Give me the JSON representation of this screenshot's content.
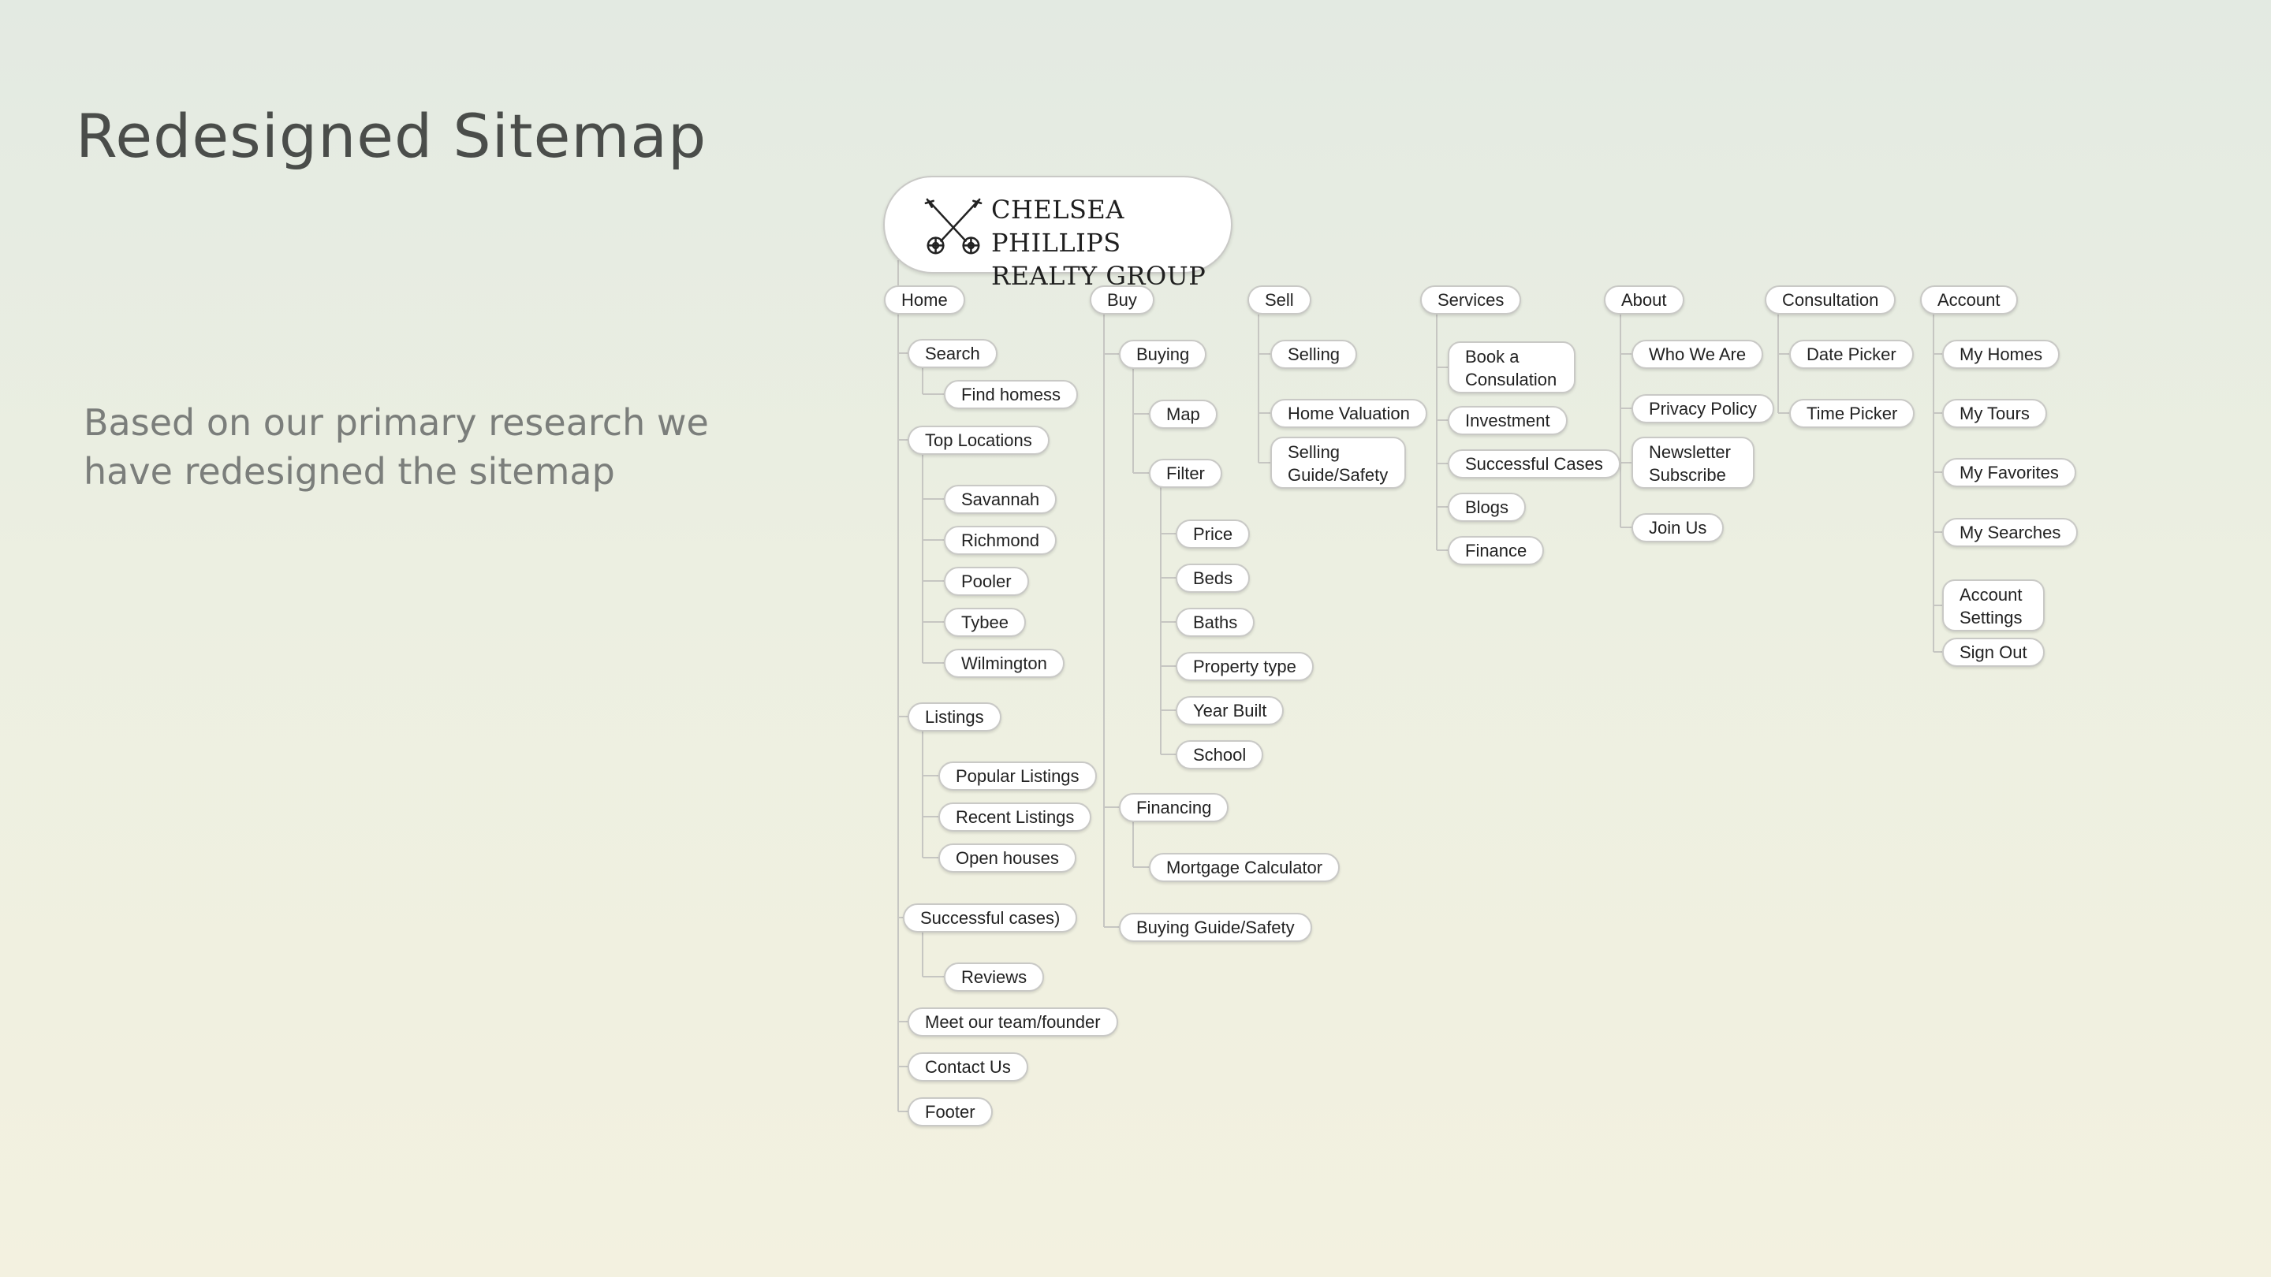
{
  "slide": {
    "title": "Redesigned Sitemap",
    "subtitle": "Based on our primary research we have redesigned the sitemap"
  },
  "brand": {
    "line1": "CHELSEA PHILLIPS",
    "line2": "REALTY GROUP",
    "icon": "crossed-keys-icon"
  },
  "colors": {
    "background_top": "#e3eae2",
    "background_bottom": "#f3f1e0",
    "node_border": "#c9c9c6",
    "connector": "#c6c6c2",
    "text": "#222222"
  },
  "sitemap": {
    "home": {
      "label": "Home",
      "search": {
        "label": "Search",
        "children": [
          "Find homess"
        ]
      },
      "top_locations": {
        "label": "Top Locations",
        "children": [
          "Savannah",
          "Richmond",
          "Pooler",
          "Tybee",
          "Wilmington"
        ]
      },
      "listings": {
        "label": "Listings",
        "children": [
          "Popular Listings",
          "Recent Listings",
          "Open houses"
        ]
      },
      "successful_cases": {
        "label": "Successful cases)",
        "children": [
          "Reviews"
        ]
      },
      "meet_team": "Meet our team/founder",
      "contact": "Contact Us",
      "footer": "Footer"
    },
    "buy": {
      "label": "Buy",
      "buying": {
        "label": "Buying",
        "map": "Map",
        "filter": {
          "label": "Filter",
          "children": [
            "Price",
            "Beds",
            "Baths",
            "Property type",
            "Year Built",
            "School"
          ]
        }
      },
      "financing": {
        "label": "Financing",
        "children": [
          "Mortgage Calculator"
        ]
      },
      "guide": "Buying Guide/Safety"
    },
    "sell": {
      "label": "Sell",
      "children": [
        "Selling",
        "Home Valuation",
        "Selling Guide/Safety"
      ]
    },
    "services": {
      "label": "Services",
      "children": [
        "Book a Consulation",
        "Investment",
        "Successful Cases",
        "Blogs",
        "Finance"
      ]
    },
    "about": {
      "label": "About",
      "children": [
        "Who We Are",
        "Privacy Policy",
        "Newsletter Subscribe",
        "Join Us"
      ]
    },
    "consultation": {
      "label": "Consultation",
      "children": [
        "Date Picker",
        "Time Picker"
      ]
    },
    "account": {
      "label": "Account",
      "children": [
        "My Homes",
        "My Tours",
        "My Favorites",
        "My Searches",
        "Account Settings",
        "Sign Out"
      ]
    }
  }
}
